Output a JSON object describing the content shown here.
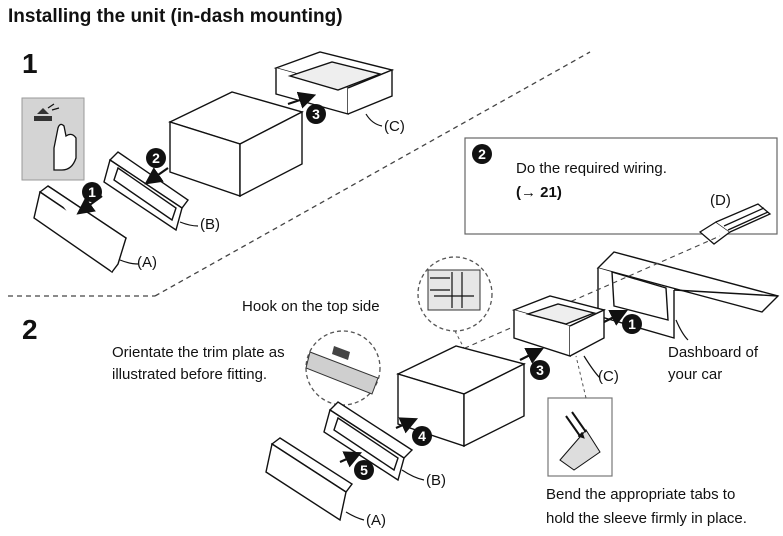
{
  "title": "Installing the unit (in-dash mounting)",
  "steps": {
    "one": "1",
    "two": "2"
  },
  "callouts": {
    "b1": "1",
    "b2": "2",
    "b3": "3",
    "b4": "4",
    "b5": "5"
  },
  "parts": {
    "a": "(A)",
    "b": "(B)",
    "c": "(C)",
    "d": "(D)"
  },
  "wiring": {
    "badge": "2",
    "line1": "Do the required wiring.",
    "line2": "(→ 21)"
  },
  "notes": {
    "hook": "Hook on the top side",
    "orient1": "Orientate the trim plate as",
    "orient2": "illustrated before fitting.",
    "dashboard1": "Dashboard of",
    "dashboard2": "your car",
    "bend1": "Bend the appropriate tabs to",
    "bend2": "hold the sleeve firmly in place."
  }
}
